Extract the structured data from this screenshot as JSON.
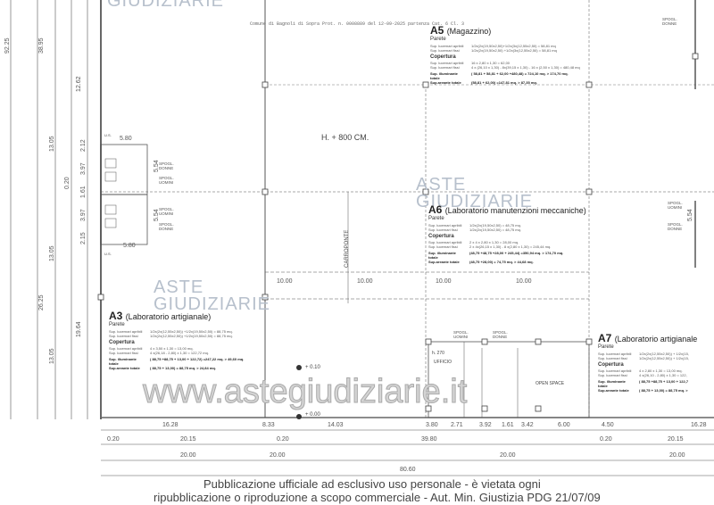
{
  "header_stamp": "Comune di Bagnoli di Sopra Prot. n. 0008889 del 12-09-2025 partenza Cat. 6 Cl. 3",
  "height_note": "H. + 800 CM.",
  "crane_label": "CARROPONTE",
  "crane_spans": [
    "10.00",
    "10.00",
    "10.00",
    "10.00"
  ],
  "elevations": [
    "+ 0.10",
    "+ 0.00"
  ],
  "office": {
    "height": "h. 270",
    "ufficio": "UFFICIO",
    "open_space": "OPEN SPACE"
  },
  "exit_label": "U.S.",
  "locker_rooms": [
    {
      "line1": "SPOGL.",
      "line2": "DONNE"
    },
    {
      "line1": "SPOGL.",
      "line2": "UOMINI"
    },
    {
      "line1": "SPOGL.",
      "line2": "UOMINI"
    },
    {
      "line1": "SPOGL.",
      "line2": "DONNE"
    },
    {
      "line1": "SPOGL.",
      "line2": "UOMINI"
    },
    {
      "line1": "SPOGL.",
      "line2": "DONNE"
    },
    {
      "line1": "SPOGL.",
      "line2": "DONNE"
    },
    {
      "line1": "SPOGL.",
      "line2": "UOMINI"
    },
    {
      "line1": "SPOGL.",
      "line2": "DONNE"
    }
  ],
  "left_dims": {
    "total": "92.25",
    "upper": "38.95",
    "top_segment": "12.62",
    "a": "13.05",
    "b": "0.20",
    "c": "13.05",
    "d": "26.25",
    "e": "19.64",
    "f": "13.05",
    "wc": [
      "2.12",
      "3.97",
      "1.61",
      "3.97",
      "2.15"
    ],
    "wc_width": [
      "5.80",
      "5.80"
    ],
    "wc_depth": [
      "5.54",
      "5.54"
    ],
    "right_depth": "5.54"
  },
  "bottom_dims": {
    "row1": [
      "16.28",
      "8.33",
      "14.03",
      "3.80",
      "2.71",
      "3.92",
      "1.61",
      "3.42",
      "6.00",
      "4.50",
      "16.28"
    ],
    "row2": [
      "0.20",
      "20.15",
      "0.20",
      "39.80",
      "0.20",
      "20.15"
    ],
    "row3": [
      "20.00",
      "20.00",
      "20.00",
      "20.00"
    ],
    "total": "80.60"
  },
  "rooms": {
    "a5": {
      "code": "A5",
      "name": "(Magazzino)",
      "parete": "Parete",
      "coperture": "Copertura",
      "rows": [
        [
          "Sup. lucernari apribili",
          "1/2x(2x(19,50x2,50)+1/2x(3x(12,55x2,50) = 58,81 mq"
        ],
        [
          "Sup. lucernari fissi",
          "1/2x(2x(19,50x2,50) +1/2x(3x(12,55x2,50) = 58,81 mq"
        ],
        [
          "Sup. lucernari apribili",
          "16 x 2,80 x 1,30 = 62,00"
        ],
        [
          "Sup. lucernari fissi",
          "4 x (26,10 x 1,30) - 8x(39,15 x 1,30) - 16 x (2,50 x 1,30) = 480,48 mq"
        ]
      ],
      "total_illum": [
        "Sup. illuminante totale",
        "( 58,81 + 58,81 + 62,00 +480,48) = 724,10 mq. > 174,70 mq."
      ],
      "total_aer": [
        "Sup.areante totale",
        "(58,81 + 62,00) =147,81 mq. > 87,35 mq."
      ]
    },
    "a6": {
      "code": "A6",
      "name": "(Laboratorio manutenzioni meccaniche)",
      "parete": "Parete",
      "coperture": "Copertura",
      "rows": [
        [
          "Sup. lucernari apribili",
          "1/2x(2x(19,50x2,50) = 48,75 mq."
        ],
        [
          "Sup. lucernari fissi",
          "1/2x(2x(19,50x2,50) = 48,75 mq."
        ],
        [
          "Sup. lucernari apribili",
          "2 x 4 x 2,80 x 1,30 = 28,00 mq."
        ],
        [
          "Sup. lucernari fissi",
          "2 x 4x(26,15 x 1,30) - 8 x(2,80 x 1,30) = 245,44 mq."
        ]
      ],
      "total_illum": [
        "Sup. illuminante totale",
        "(48,75 +48,75 +28,00 + 245,44) =350,94 mq. > 174,70 mq."
      ],
      "total_aer": [
        "Sup.areante totale",
        "(48,75 +28,00) = 74,75 mq. > 44,68 mq."
      ]
    },
    "a3": {
      "code": "A3",
      "name": "(Laboratorio artigianale)",
      "parete": "Parete",
      "coperture": "Copertura",
      "rows": [
        [
          "Sup. lucernari apribili",
          "1/2x(2x(12,55x2,50)) +1/2x(19,50x2,50) = 88,75 mq."
        ],
        [
          "Sup. lucernari fissi",
          "1/2x(2x(12,55x2,50)) +1/2x(19,50x2,50) = 88,75 mq."
        ],
        [
          "Sup. lucernari apribili",
          "4 x 3,50 x 1,30 = 13,00 mq."
        ],
        [
          "Sup. lucernari fissi",
          "4 x(26,18 - 2,80) x 1,30 = 122,72 mq."
        ]
      ],
      "total_illum": [
        "Sup. illuminante totale",
        "( 88,75 +88,75 + 13,00 + 122,72) =247,22 mq. > 49,60 mq."
      ],
      "total_aer": [
        "Sup.areante totale",
        "( 88,75 + 13,00) = 88,75 mq. > 24,84 mq."
      ]
    },
    "a7": {
      "code": "A7",
      "name": "(Laboratorio artigianale",
      "parete": "Parete",
      "coperture": "Copertura",
      "rows": [
        [
          "Sup. lucernari apribili",
          "1/2x(2x(12,55x2,50)) + 1/2x(15,"
        ],
        [
          "Sup. lucernari fissi",
          "1/2x(2x(12,55x2,50)) + 1/2x(15,"
        ],
        [
          "Sup. lucernari apribili",
          "4 x 2,80 x 1,30 = 13,00 mq."
        ],
        [
          "Sup. lucernari fissi",
          "4 x(26,10 - 2,80) x 1,30 = 122,"
        ]
      ],
      "total_illum": [
        "Sup. illuminante totale",
        "( 88,75 +88,75 + 13,00 + 122,7"
      ],
      "total_aer": [
        "Sup.areante totale",
        "( 88,75 + 13,00) = 88,75 mq. >"
      ]
    }
  },
  "watermark_url": "www.astegiudiziarie.it",
  "logo": {
    "line1": "ASTE",
    "line2": "GIUDIZIARIE"
  },
  "notice": [
    "Pubblicazione ufficiale ad esclusivo uso personale - è vietata ogni",
    "ripubblicazione o riproduzione a scopo commerciale - Aut. Min. Giustizia PDG 21/07/09"
  ]
}
